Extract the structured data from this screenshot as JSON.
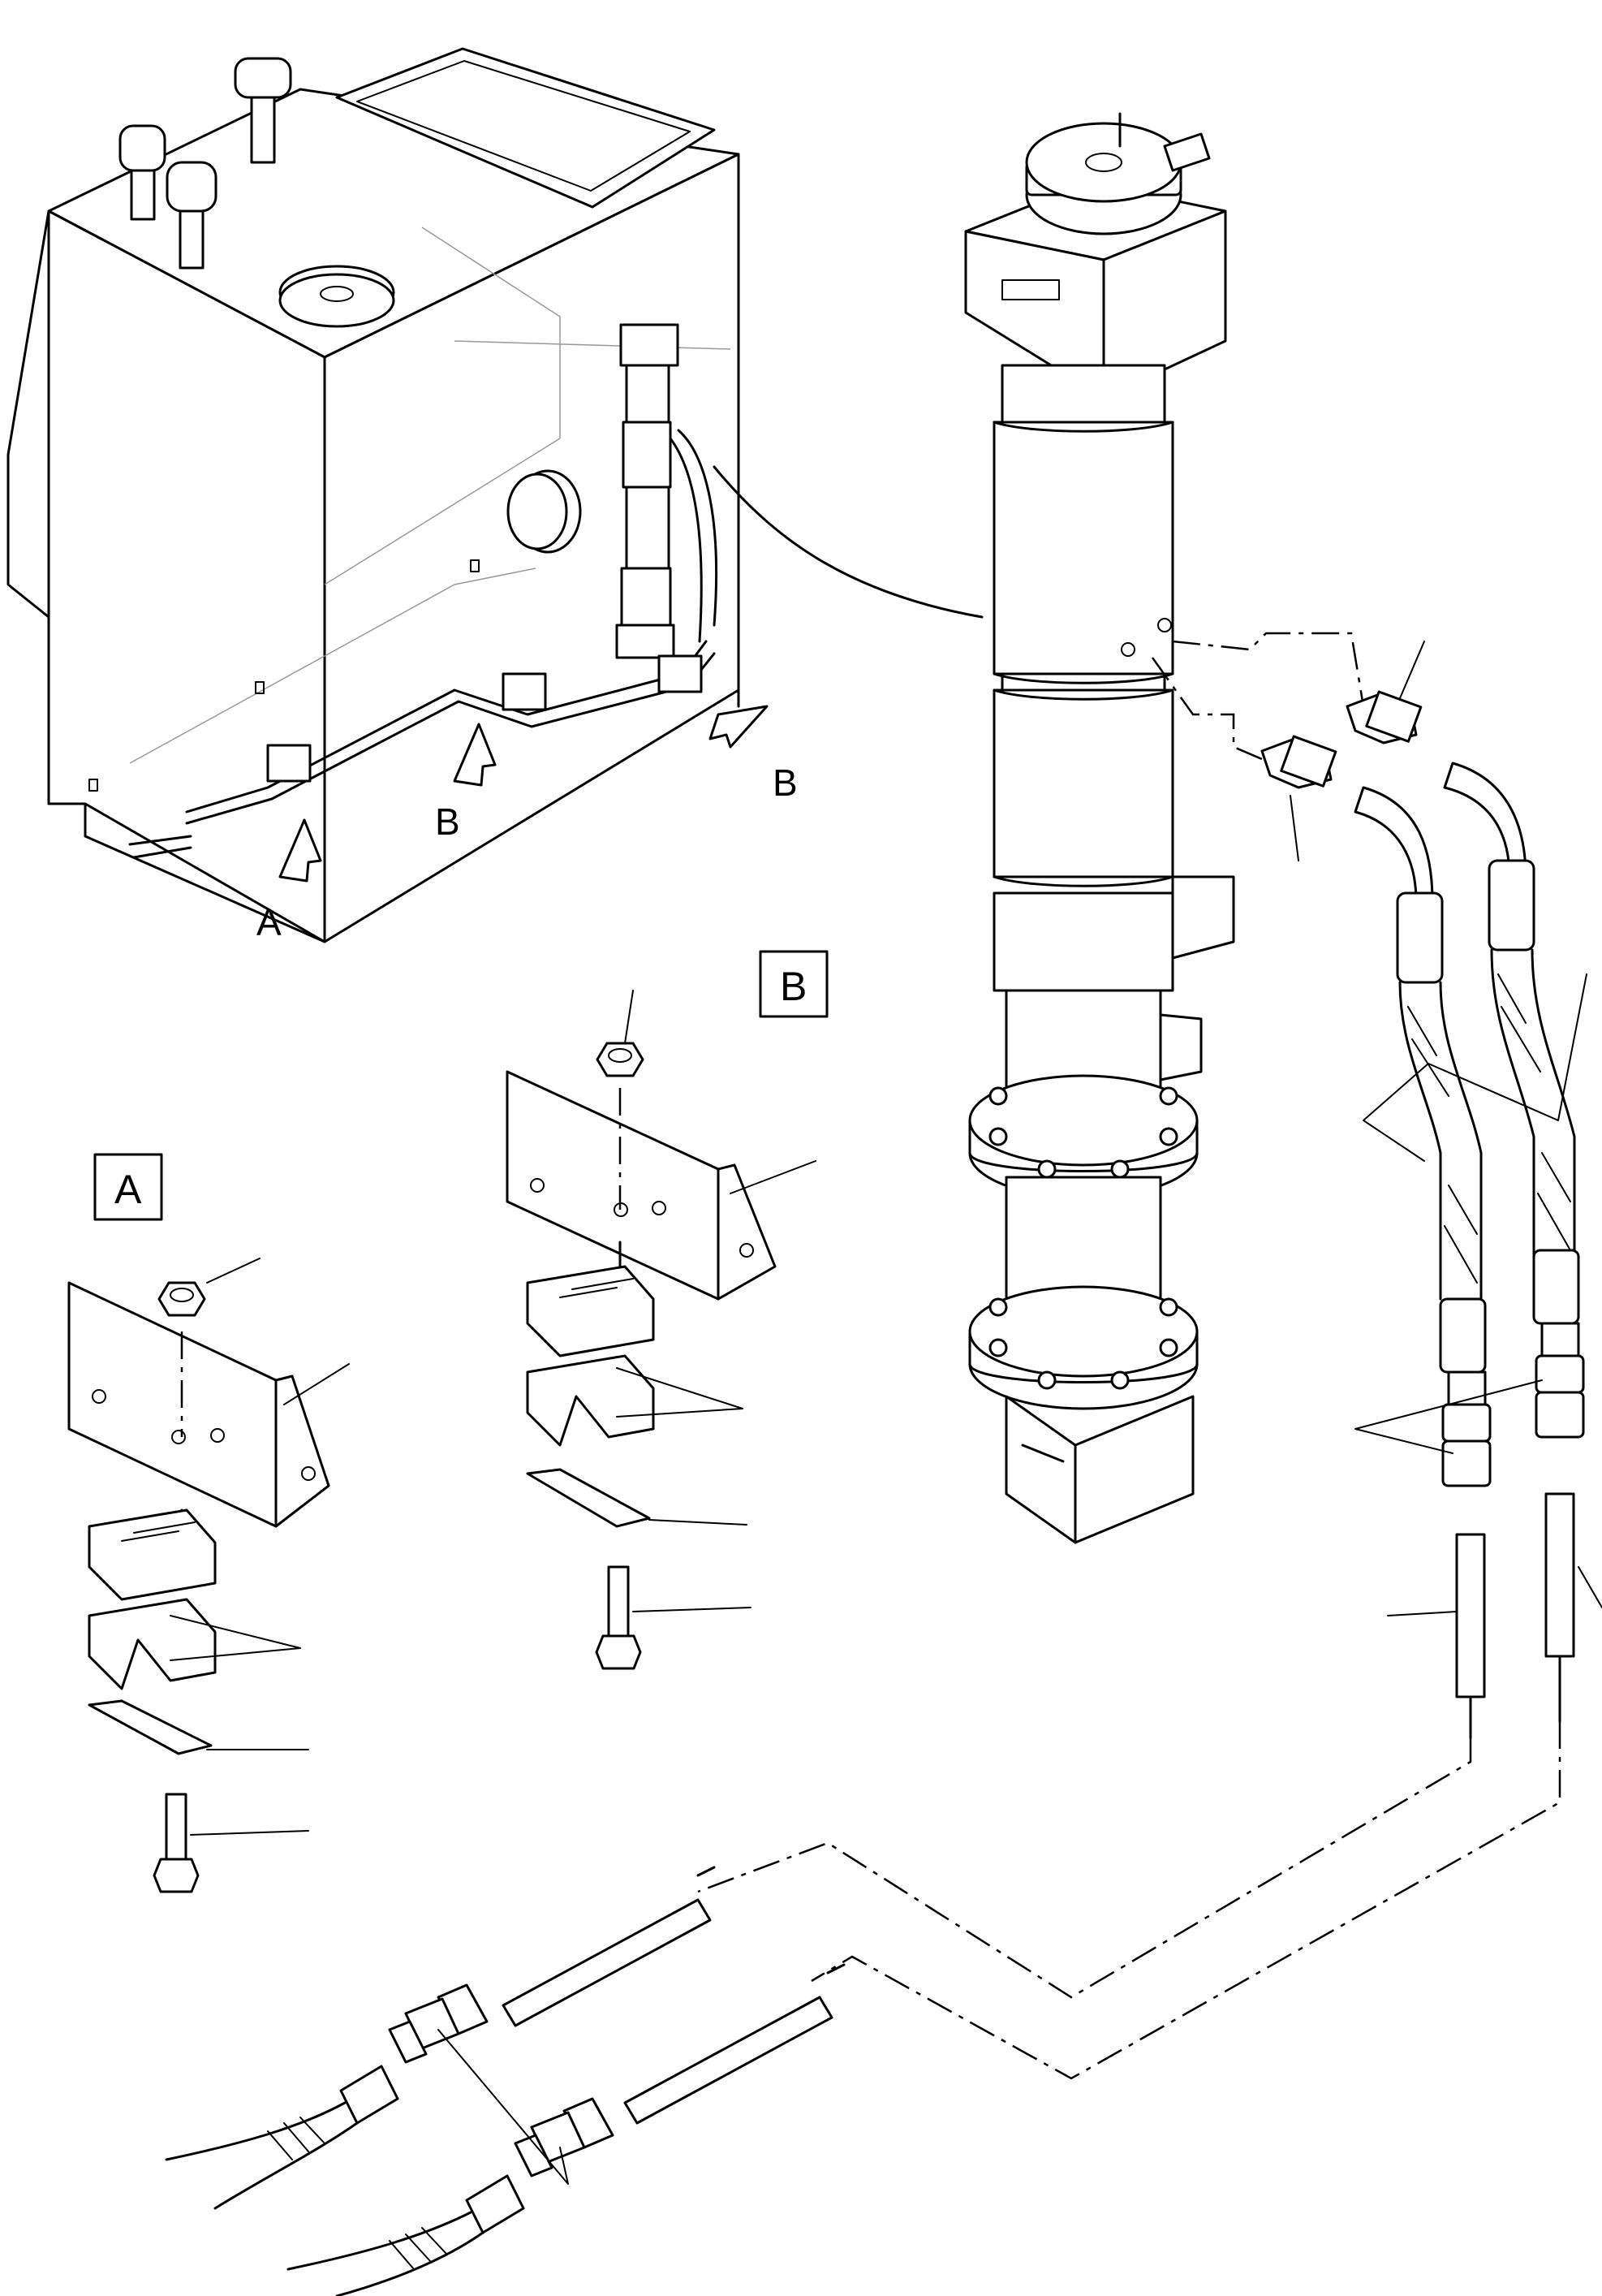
{
  "labels": {
    "view_a_arrow": "A",
    "view_b_arrow_1": "B",
    "view_b_arrow_2": "B",
    "detail_a_box": "A",
    "detail_b_box": "B"
  }
}
